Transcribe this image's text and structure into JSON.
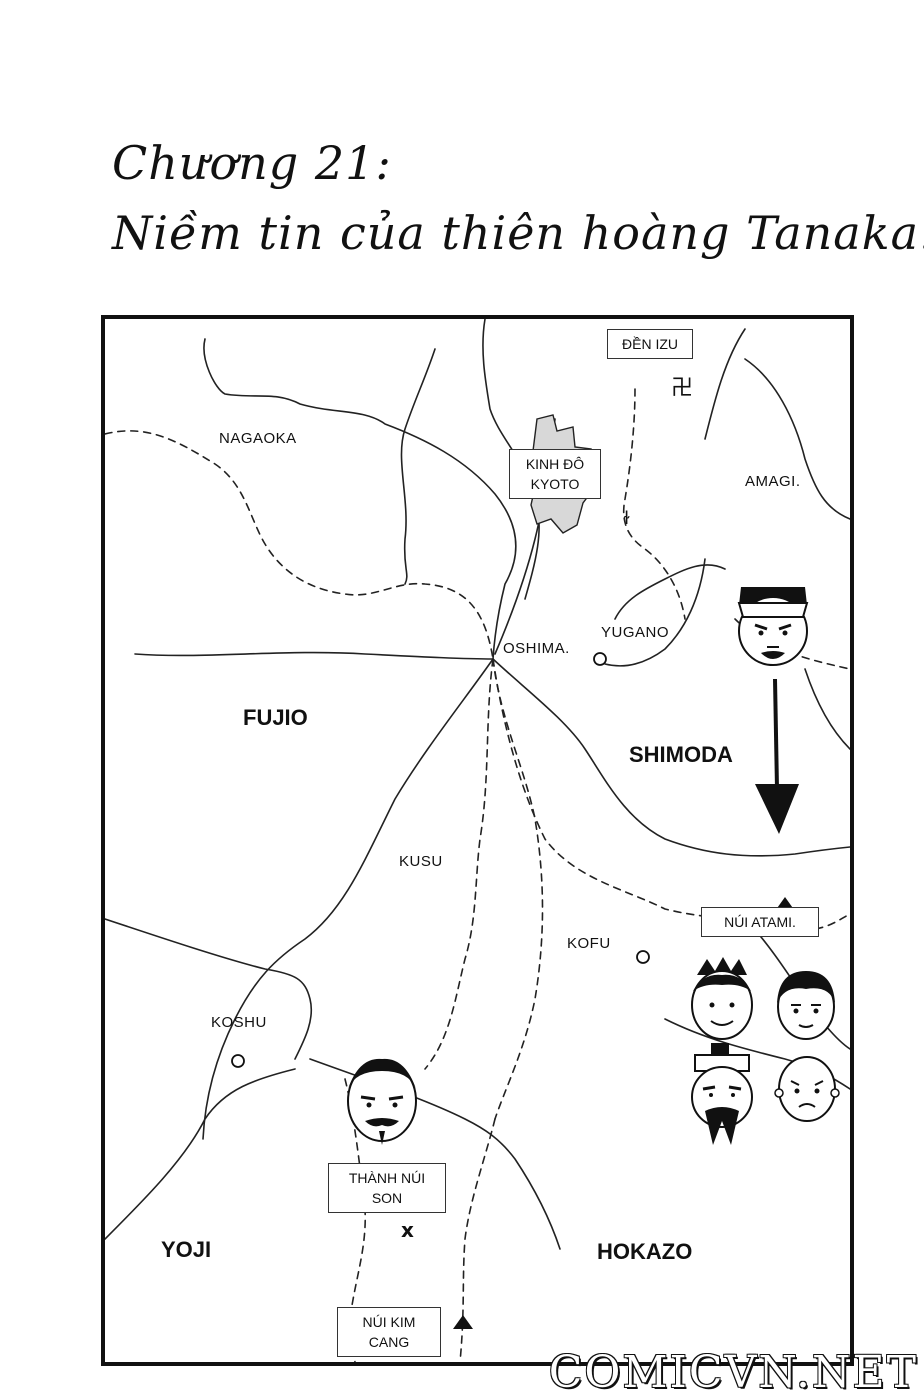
{
  "title": {
    "line1": "Chương 21:",
    "line2": "Niềm tin của thiên hoàng Tanaka."
  },
  "map": {
    "regions": {
      "fujio": "FUJIO",
      "shimoda": "SHIMODA",
      "yoji": "YOJI",
      "hokazo": "HOKAZO"
    },
    "places": {
      "nagaoka": "NAGAOKA",
      "amagi": "AMAGI.",
      "oshima": "OSHIMA.",
      "yugano": "YUGANO",
      "kusu": "KUSU",
      "kofu": "KOFU",
      "koshu": "KOSHU"
    },
    "boxes": {
      "den_izu": "ĐỀN IZU",
      "kyoto_line1": "KINH ĐÔ",
      "kyoto_line2": "KYOTO",
      "atami": "NÚI ATAMI.",
      "son_line1": "THÀNH NÚI",
      "son_line2": "SON",
      "kimcang_line1": "NÚI KIM",
      "kimcang_line2": "CANG"
    },
    "icons": [
      "temple-icon",
      "mountain-icon",
      "battle-x-icon",
      "town-circle-icon",
      "city-area-icon",
      "direction-arrow-icon"
    ]
  },
  "watermark": "COMICVN.NET"
}
